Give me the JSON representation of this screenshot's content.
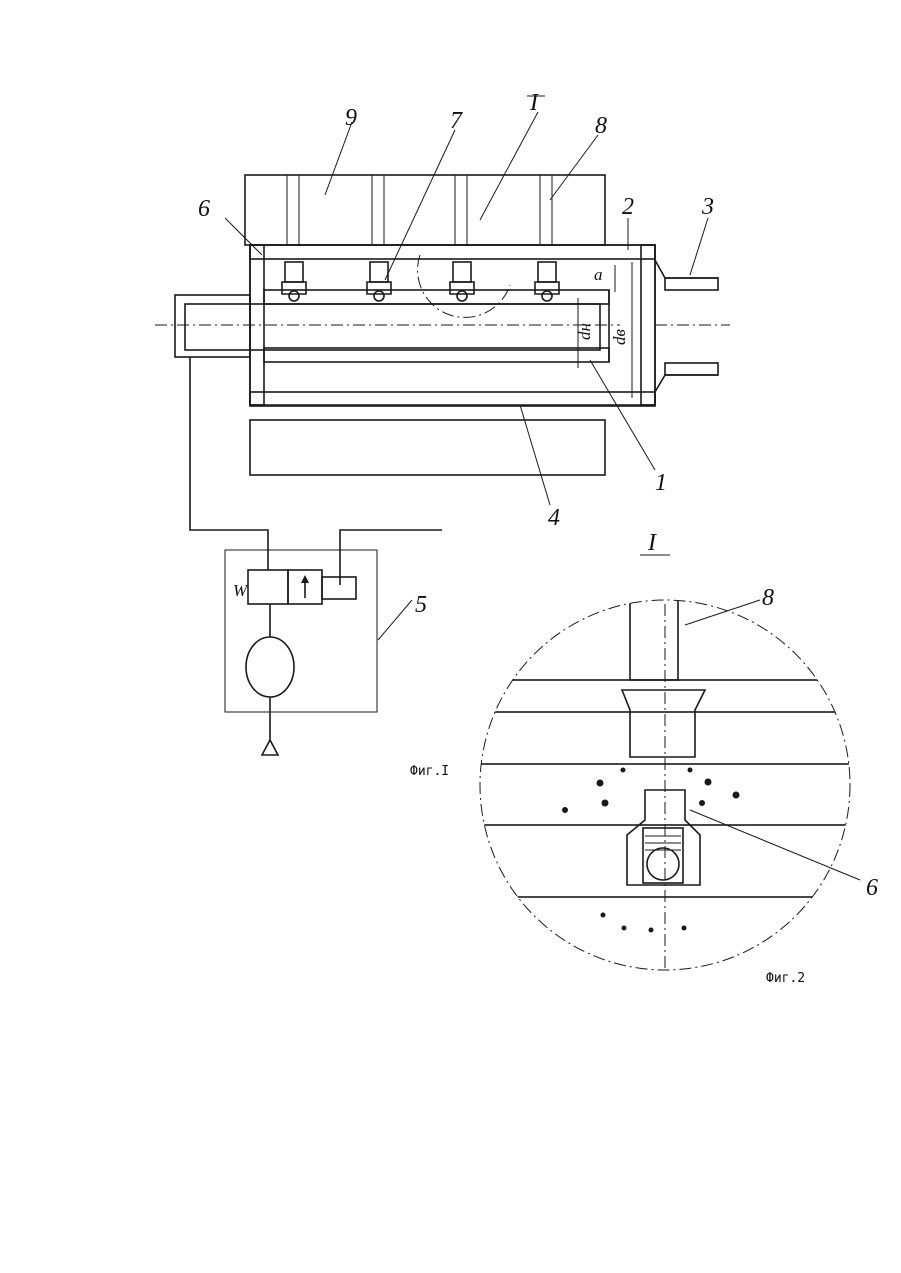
{
  "figure1": {
    "caption": "Фиг.I",
    "labels": {
      "part1": "1",
      "part2": "2",
      "part3": "3",
      "part4": "4",
      "part5": "5",
      "part6": "6",
      "part7": "7",
      "part8": "8",
      "part9": "9",
      "detail_mark": "I",
      "dim_a": "a",
      "dim_dn": "dн",
      "dim_dv": "dв",
      "spring_symbol": "W"
    }
  },
  "figure2": {
    "caption": "Фиг.2",
    "title": "I",
    "labels": {
      "part8": "8",
      "part6": "6"
    }
  }
}
